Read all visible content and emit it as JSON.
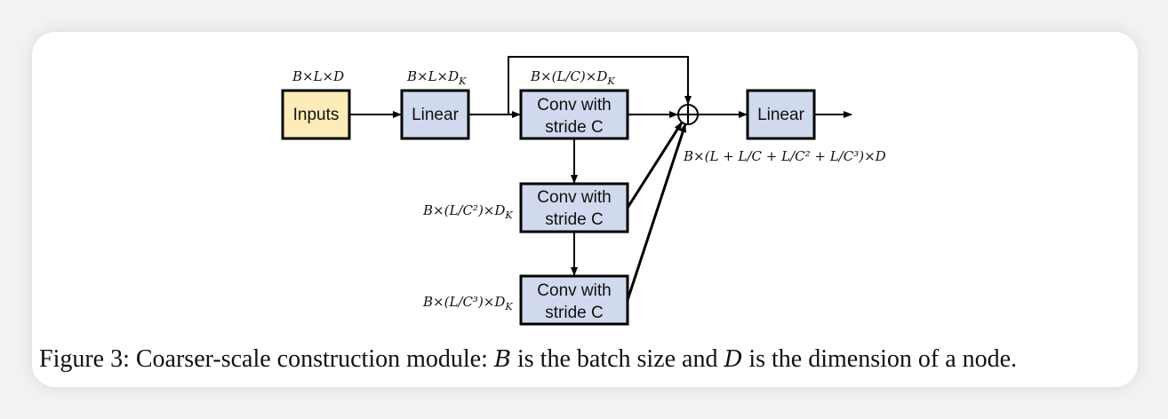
{
  "boxes": {
    "inputs": "Inputs",
    "linear1": "Linear",
    "conv1_line1": "Conv with",
    "conv1_line2": "stride C",
    "conv2_line1": "Conv with",
    "conv2_line2": "stride C",
    "conv3_line1": "Conv with",
    "conv3_line2": "stride C",
    "linear2": "Linear"
  },
  "dims": {
    "inputs": "B×L×D",
    "linear1": "B×L×D",
    "linear1_sub": "K",
    "conv1": "B×(L/C)×D",
    "conv1_sub": "K",
    "conv2": "B×(L/C²)×D",
    "conv2_sub": "K",
    "conv3": "B×(L/C³)×D",
    "conv3_sub": "K",
    "output": "B×(L + L/C + L/C² + L/C³)×D"
  },
  "caption": {
    "prefix": "Figure 3: Coarser-scale construction module: ",
    "var_b": "B",
    "middle": " is the batch size and ",
    "var_d": "D",
    "suffix": " is the dimension of a node."
  },
  "colors": {
    "inputs_fill": "#fdebb8",
    "block_fill": "#d1d9ee",
    "stroke": "#000000"
  }
}
